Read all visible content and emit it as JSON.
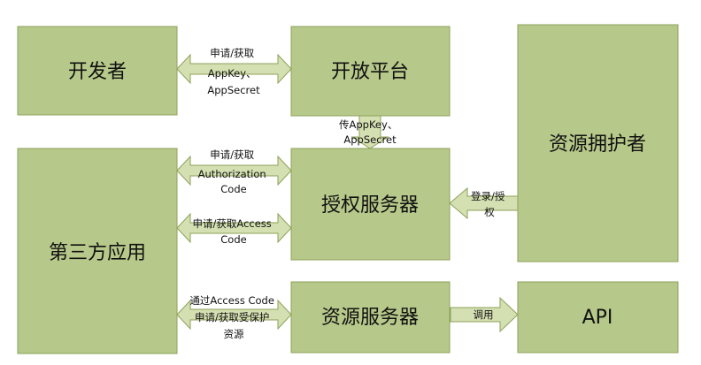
{
  "colors": {
    "box_fill": "#b7c98a",
    "box_stroke": "#8ca15a",
    "arrow_fill": "#d5e0b2",
    "arrow_stroke": "#8ca15a",
    "text": "#111111"
  },
  "nodes": {
    "developer": "开发者",
    "open_platform": "开放平台",
    "resource_owner": "资源拥护者",
    "third_party_app": "第三方应用",
    "auth_server": "授权服务器",
    "resource_server": "资源服务器",
    "api": "API"
  },
  "edges": {
    "developer_platform": [
      "申请/获取",
      "AppKey、",
      "AppSecret"
    ],
    "platform_auth": [
      "传AppKey、",
      "AppSecret"
    ],
    "owner_auth": [
      "登录/授",
      "权"
    ],
    "app_auth_code": [
      "申请/获取",
      "Authorization",
      "Code"
    ],
    "app_access_code": [
      "申请/获取Access",
      "Code"
    ],
    "app_resource": [
      "通过Access Code",
      "申请/获取受保护",
      "资源"
    ],
    "resource_api": [
      "调用"
    ]
  }
}
